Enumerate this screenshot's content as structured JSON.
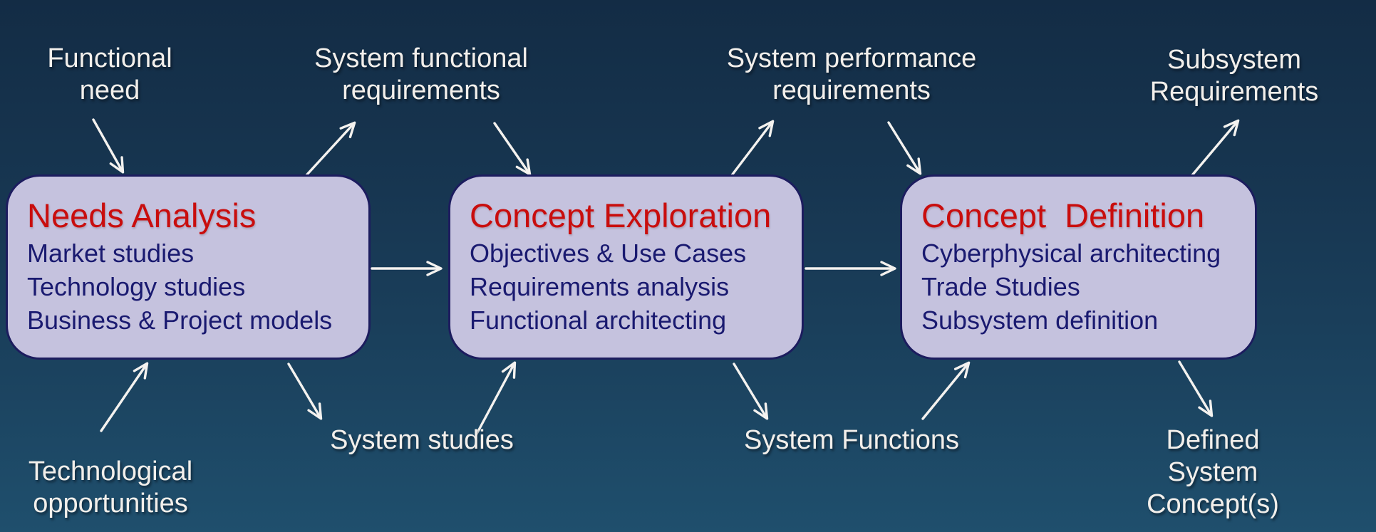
{
  "diagram_title": "Systems engineering front-end process flow",
  "colors": {
    "background_top": "#132c45",
    "background_mid": "#1a3f5b",
    "background_bottom": "#1f4f6d",
    "box_fill": "#c5c2de",
    "box_border": "#1c1c5e",
    "title_red": "#c90d0d",
    "body_navy": "#1a1a70",
    "label_white": "#f2efeb",
    "arrow_white": "#f4f2ef"
  },
  "boxes": [
    {
      "title": "Needs Analysis",
      "items": [
        "Market studies",
        "Technology studies",
        "Business & Project models"
      ]
    },
    {
      "title": "Concept Exploration",
      "items": [
        "Objectives & Use Cases",
        "Requirements analysis",
        "Functional architecting"
      ]
    },
    {
      "title": "Concept  Definition",
      "items": [
        "Cyberphysical architecting",
        "Trade Studies",
        "Subsystem definition"
      ]
    }
  ],
  "labels": {
    "top": [
      {
        "text": "Functional\nneed"
      },
      {
        "text": "System functional\nrequirements"
      },
      {
        "text": "System performance\nrequirements"
      },
      {
        "text": "Subsystem\nRequirements"
      }
    ],
    "bottom": [
      {
        "text": "Technological\nopportunities"
      },
      {
        "text": "System studies"
      },
      {
        "text": "System Functions"
      },
      {
        "text": "Defined System\nConcept(s)"
      }
    ]
  }
}
